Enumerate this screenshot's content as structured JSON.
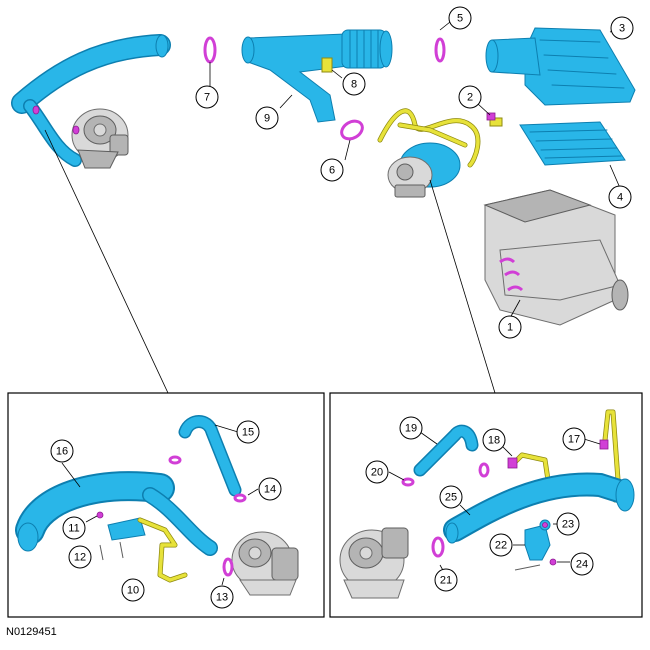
{
  "figure_id": "N0129451",
  "callouts": [
    {
      "id": "c1",
      "label": "1"
    },
    {
      "id": "c2",
      "label": "2"
    },
    {
      "id": "c3",
      "label": "3"
    },
    {
      "id": "c4",
      "label": "4"
    },
    {
      "id": "c5",
      "label": "5"
    },
    {
      "id": "c6",
      "label": "6"
    },
    {
      "id": "c7",
      "label": "7"
    },
    {
      "id": "c8",
      "label": "8"
    },
    {
      "id": "c9",
      "label": "9"
    },
    {
      "id": "c10",
      "label": "10"
    },
    {
      "id": "c11",
      "label": "11"
    },
    {
      "id": "c12",
      "label": "12"
    },
    {
      "id": "c13",
      "label": "13"
    },
    {
      "id": "c14",
      "label": "14"
    },
    {
      "id": "c15",
      "label": "15"
    },
    {
      "id": "c16",
      "label": "16"
    },
    {
      "id": "c17",
      "label": "17"
    },
    {
      "id": "c18",
      "label": "18"
    },
    {
      "id": "c19",
      "label": "19"
    },
    {
      "id": "c20",
      "label": "20"
    },
    {
      "id": "c21",
      "label": "21"
    },
    {
      "id": "c22",
      "label": "22"
    },
    {
      "id": "c23",
      "label": "23"
    },
    {
      "id": "c24",
      "label": "24"
    },
    {
      "id": "c25",
      "label": "25"
    }
  ],
  "colors": {
    "duct": "#29b6e8",
    "clamp": "#d13fd6",
    "hose": "#e7e23a",
    "metal": "#d9d9d9"
  }
}
